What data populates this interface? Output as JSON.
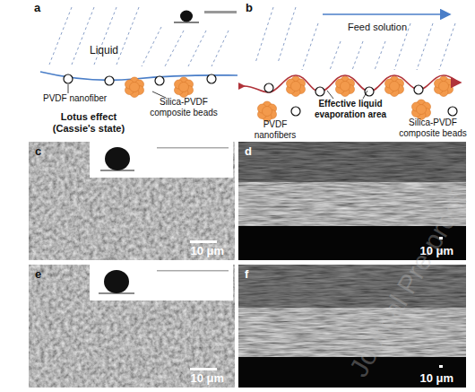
{
  "diagram": {
    "nodes": [
      {
        "text": [
          "c",
          "10 μm"
        ]
      },
      {
        "text": [
          "d",
          "10 μm"
        ]
      },
      {
        "text": [
          "e",
          "10 μm"
        ]
      },
      {
        "text": [
          "f",
          "10 μm"
        ]
      }
    ],
    "labels": [
      "a",
      "Liquid",
      "PVDF nanofiber",
      "Silica-PVDF composite beads",
      "Lotus effect (Cassie's state)",
      "b",
      "Feed solution",
      "PVDF nanofibers",
      "Effective liquid evaporation area",
      "Silica-PVDF composite beads",
      "Journal Pre-proof"
    ]
  }
}
